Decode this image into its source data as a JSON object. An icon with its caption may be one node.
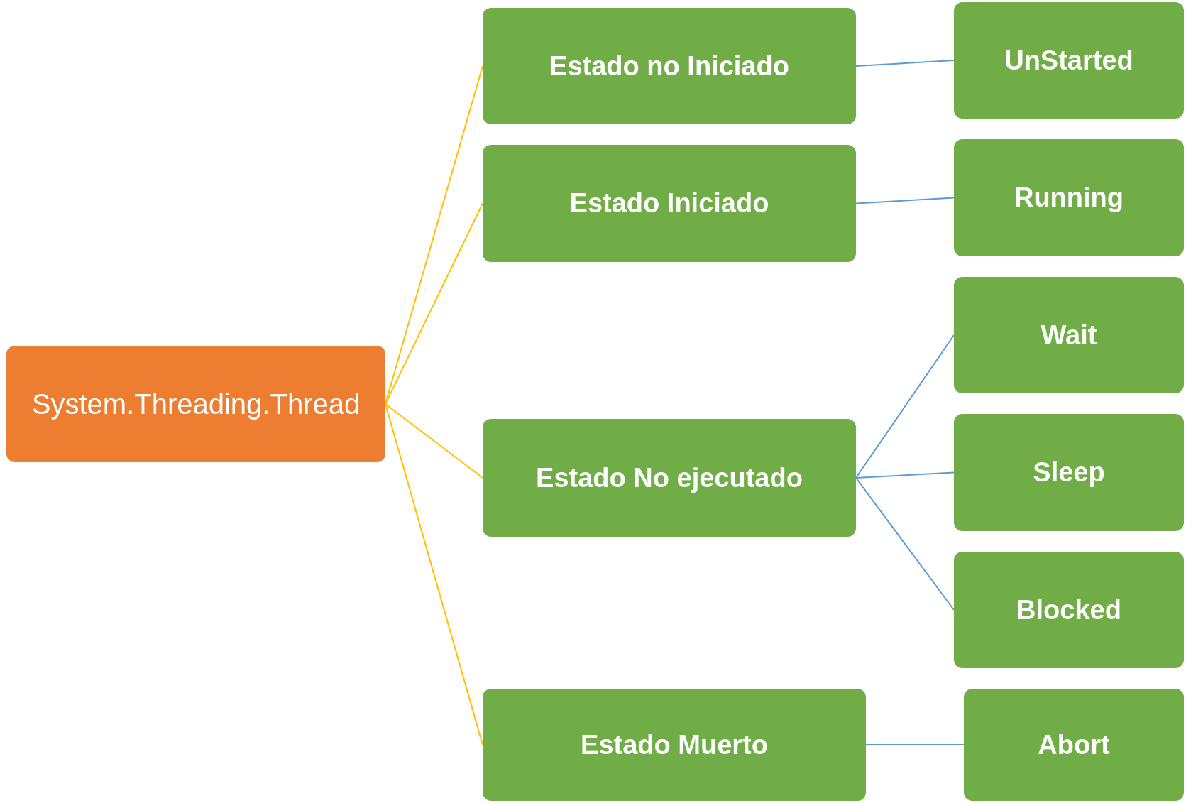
{
  "diagram": {
    "nodes": [
      {
        "text": [
          "System.Threading.Thread"
        ]
      },
      {
        "text": [
          "Estado no Iniciado"
        ]
      },
      {
        "text": [
          "Estado Iniciado"
        ]
      },
      {
        "text": [
          "Estado No ejecutado"
        ]
      },
      {
        "text": [
          "Estado Muerto"
        ]
      },
      {
        "text": [
          "UnStarted"
        ]
      },
      {
        "text": [
          "Running"
        ]
      },
      {
        "text": [
          "Wait"
        ]
      },
      {
        "text": [
          "Sleep"
        ]
      },
      {
        "text": [
          "Blocked"
        ]
      },
      {
        "text": [
          "Abort"
        ]
      }
    ],
    "edges": [
      {
        "from": 0,
        "to": 1,
        "arrow": "none",
        "color": "#ffc000"
      },
      {
        "from": 0,
        "to": 2,
        "arrow": "none",
        "color": "#ffc000"
      },
      {
        "from": 0,
        "to": 3,
        "arrow": "none",
        "color": "#ffc000"
      },
      {
        "from": 0,
        "to": 4,
        "arrow": "none",
        "color": "#ffc000"
      },
      {
        "from": 1,
        "to": 5,
        "arrow": "none"
      },
      {
        "from": 2,
        "to": 6,
        "arrow": "none"
      },
      {
        "from": 3,
        "to": 7,
        "arrow": "none"
      },
      {
        "from": 3,
        "to": 8,
        "arrow": "none"
      },
      {
        "from": 3,
        "to": 9,
        "arrow": "none"
      },
      {
        "from": 4,
        "to": 10,
        "arrow": "none"
      }
    ]
  }
}
